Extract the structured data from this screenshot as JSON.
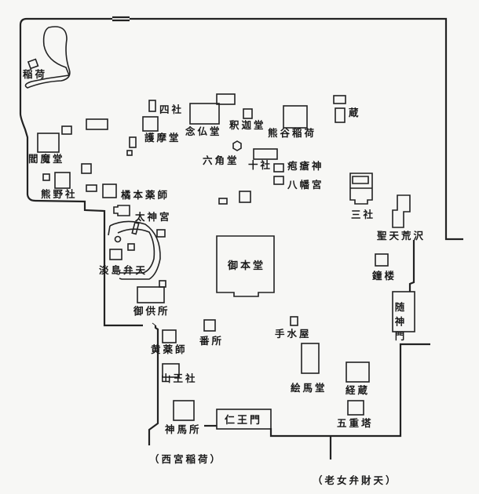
{
  "map": {
    "labels": {
      "inari": "稲荷",
      "yonsha": "四社",
      "nenbutsudo": "念仏堂",
      "shakado": "釈迦堂",
      "kumagai_inari": "熊谷稲荷",
      "kura": "蔵",
      "gomado": "護摩堂",
      "enmado": "閻魔堂",
      "rokkakudo": "六角堂",
      "jissha": "十社",
      "hososhin": "疱瘡神",
      "hachimangu": "八幡宮",
      "kumanosha": "熊野社",
      "tachibana_yakushi": "橘本薬師",
      "daijingu": "太神宮",
      "sansha": "三社",
      "shoten_arasawa": "聖天荒沢",
      "awashima_benten": "淡島弁天",
      "gohondo": "御本堂",
      "shoro": "鐘楼",
      "gokusho": "御供所",
      "zuishinmon": "随神門",
      "bansho": "番所",
      "chozuya": "手水屋",
      "ki_yakushi": "黄薬師",
      "sannosha": "山王社",
      "emado": "絵馬堂",
      "kyozo": "経蔵",
      "gojunoto": "五重塔",
      "shinmesho": "神馬所",
      "niomon": "仁王門",
      "nishinomiya_inari": "（西宮稲荷）",
      "rojo_benzaiten": "（老女弁財天）"
    }
  }
}
